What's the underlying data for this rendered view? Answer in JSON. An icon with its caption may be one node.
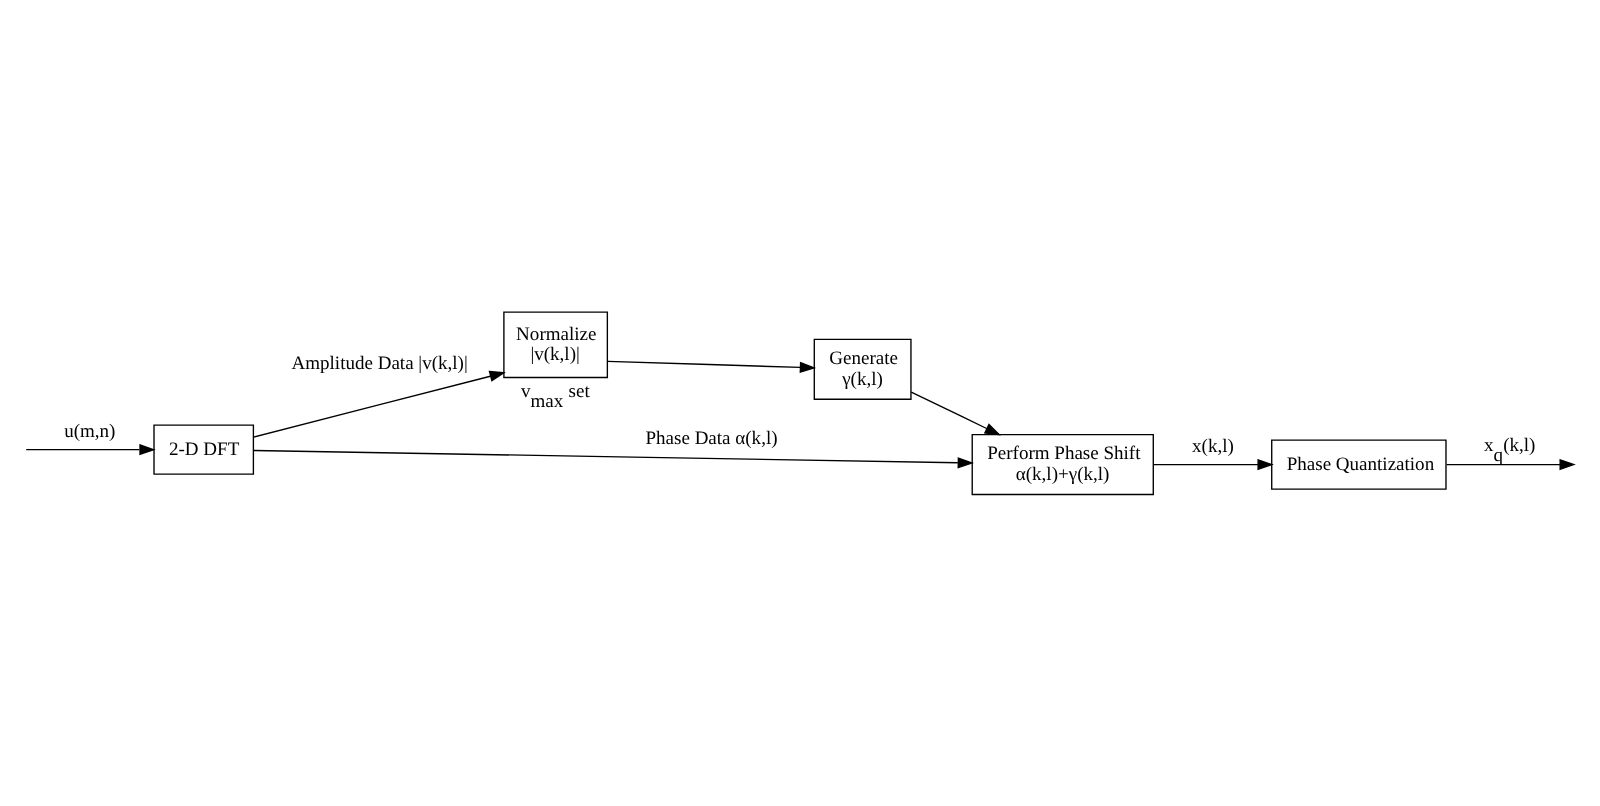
{
  "diagram": {
    "nodes": [
      {
        "text": [
          "2-D DFT"
        ]
      },
      {
        "text": [
          "Normalize",
          "|v(k,l)|"
        ],
        "beside": [
          "v$_{max}$ set"
        ]
      },
      {
        "text": [
          "Generate",
          "γ(k,l)"
        ]
      },
      {
        "text": [
          "Perform Phase Shift",
          "α(k,l)+γ(k,l)"
        ]
      },
      {
        "text": [
          "Phase Quantization"
        ]
      }
    ],
    "edges": [
      {
        "from": null,
        "to": 0,
        "arrow": "to",
        "label": "u(m,n)"
      },
      {
        "from": 0,
        "to": 1,
        "arrow": "to",
        "label": "Amplitude Data |v(k,l)|"
      },
      {
        "from": 0,
        "to": 3,
        "arrow": "to",
        "label": "Phase Data α(k,l)"
      },
      {
        "from": 1,
        "to": 2,
        "arrow": "to"
      },
      {
        "from": 2,
        "to": 3,
        "arrow": "to"
      },
      {
        "from": 3,
        "to": 4,
        "arrow": "to",
        "label": "x(k,l)"
      },
      {
        "from": 4,
        "to": null,
        "arrow": "to",
        "label": "x$_{q}$(k,l)"
      }
    ]
  }
}
